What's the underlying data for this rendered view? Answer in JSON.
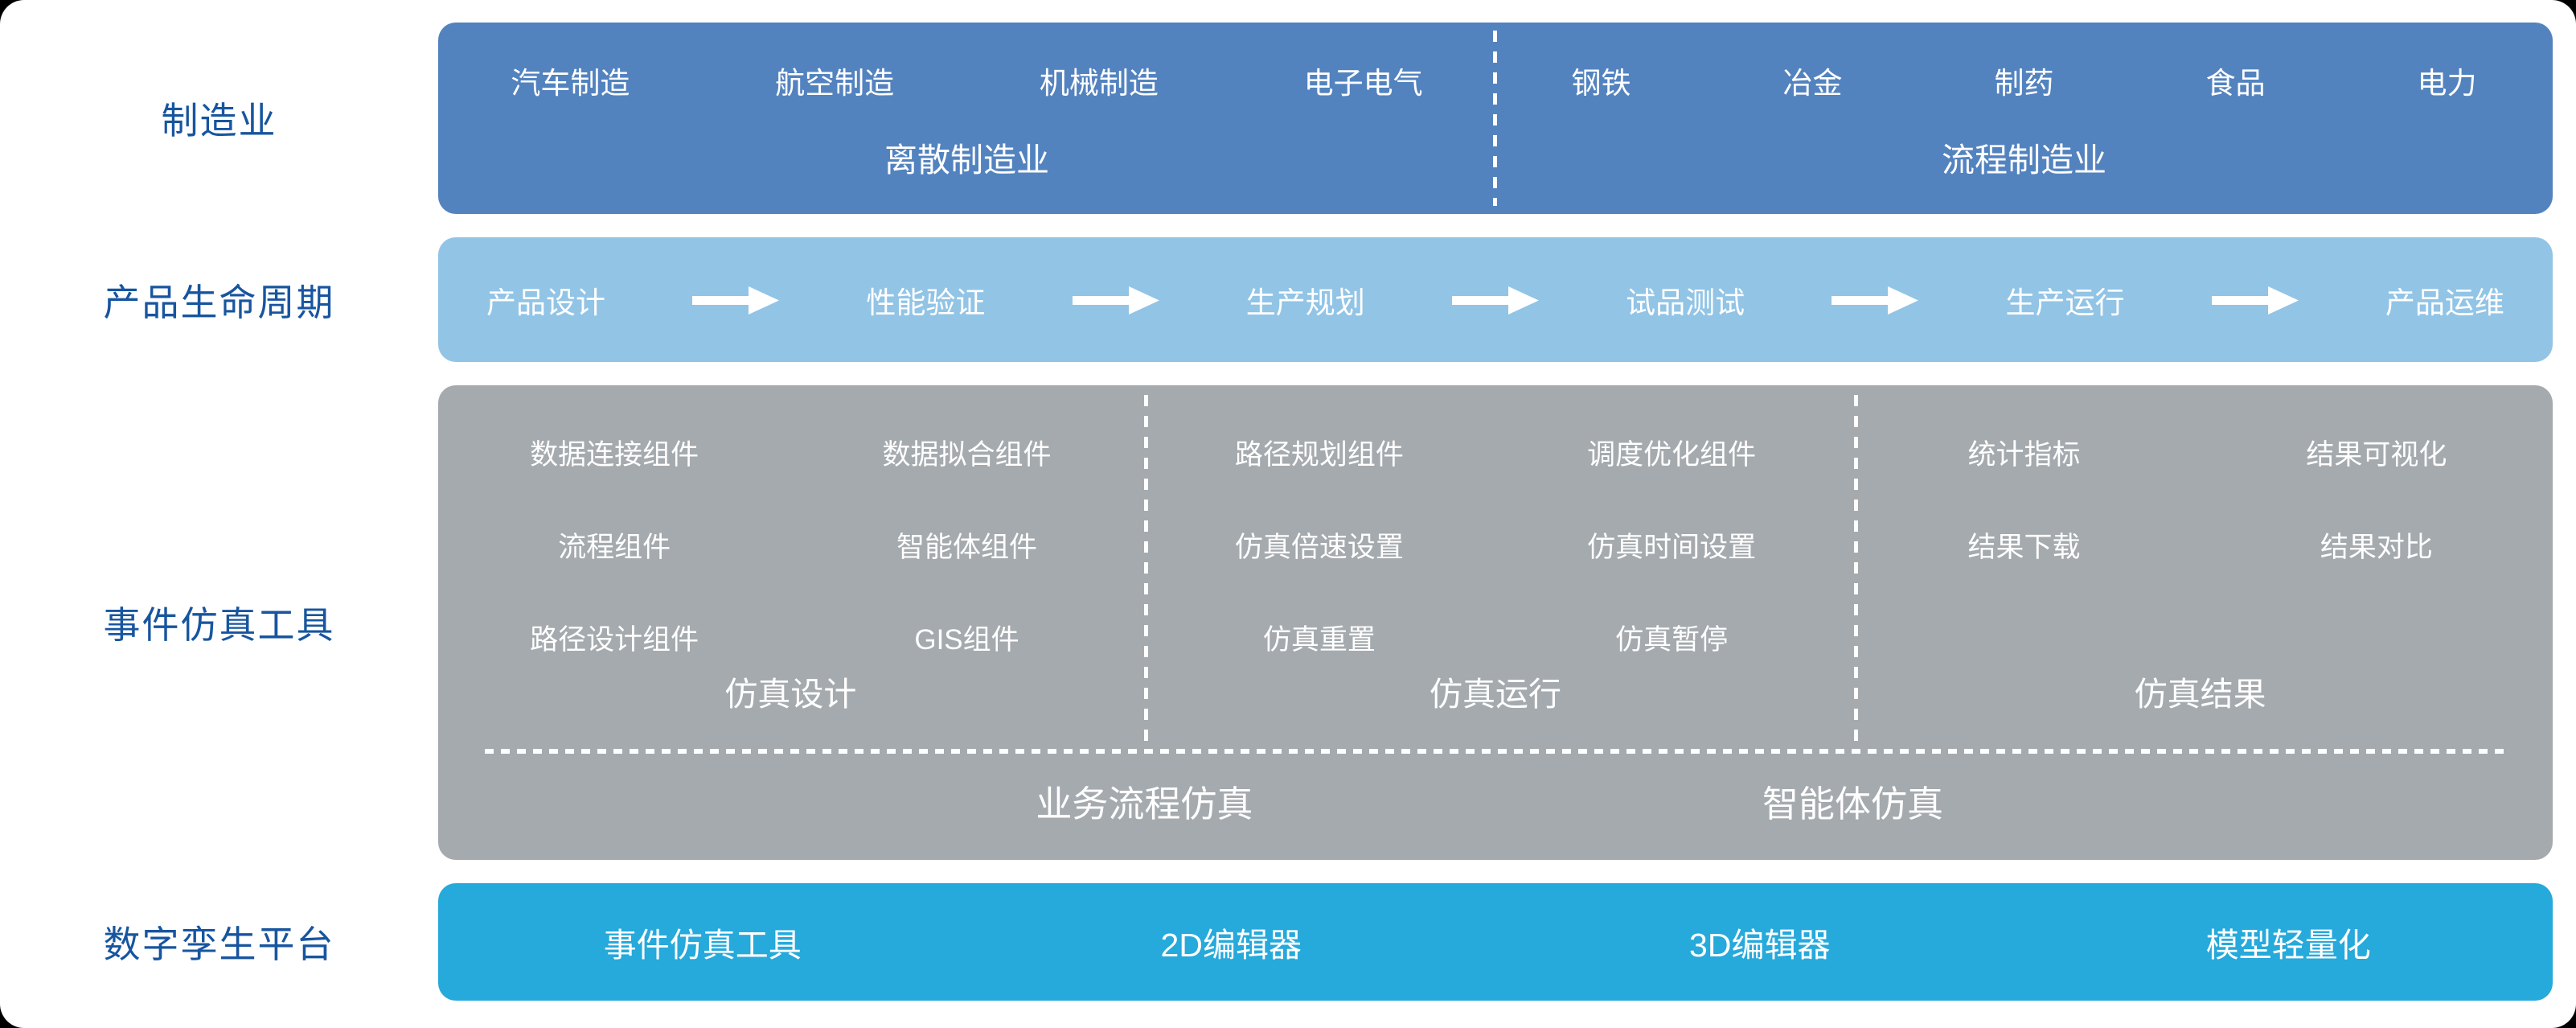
{
  "left_labels": {
    "manufacturing": "制造业",
    "lifecycle": "产品生命周期",
    "sim_tool": "事件仿真工具",
    "platform": "数字孪生平台"
  },
  "manufacturing": {
    "discrete": {
      "items": [
        "汽车制造",
        "航空制造",
        "机械制造",
        "电子电气"
      ],
      "label": "离散制造业"
    },
    "process": {
      "items": [
        "钢铁",
        "冶金",
        "制药",
        "食品",
        "电力"
      ],
      "label": "流程制造业"
    }
  },
  "lifecycle": {
    "stages": [
      "产品设计",
      "性能验证",
      "生产规划",
      "试品测试",
      "生产运行",
      "产品运维"
    ]
  },
  "sim_tool": {
    "sections": [
      {
        "items": [
          "数据连接组件",
          "数据拟合组件",
          "流程组件",
          "智能体组件",
          "路径设计组件",
          "GIS组件"
        ],
        "label": "仿真设计"
      },
      {
        "items": [
          "路径规划组件",
          "调度优化组件",
          "仿真倍速设置",
          "仿真时间设置",
          "仿真重置",
          "仿真暂停"
        ],
        "label": "仿真运行"
      },
      {
        "items": [
          "统计指标",
          "结果可视化",
          "结果下载",
          "结果对比"
        ],
        "label": "仿真结果"
      }
    ],
    "bottom_labels": [
      "业务流程仿真",
      "智能体仿真"
    ]
  },
  "platform": {
    "items": [
      "事件仿真工具",
      "2D编辑器",
      "3D编辑器",
      "模型轻量化"
    ]
  },
  "colors": {
    "band_manufacturing": "#5383bf",
    "band_lifecycle": "#92c4e6",
    "band_sim_tool": "#a5aaae",
    "band_platform": "#26a9db",
    "side_label_text": "#17559f",
    "band_text": "#ffffff"
  }
}
